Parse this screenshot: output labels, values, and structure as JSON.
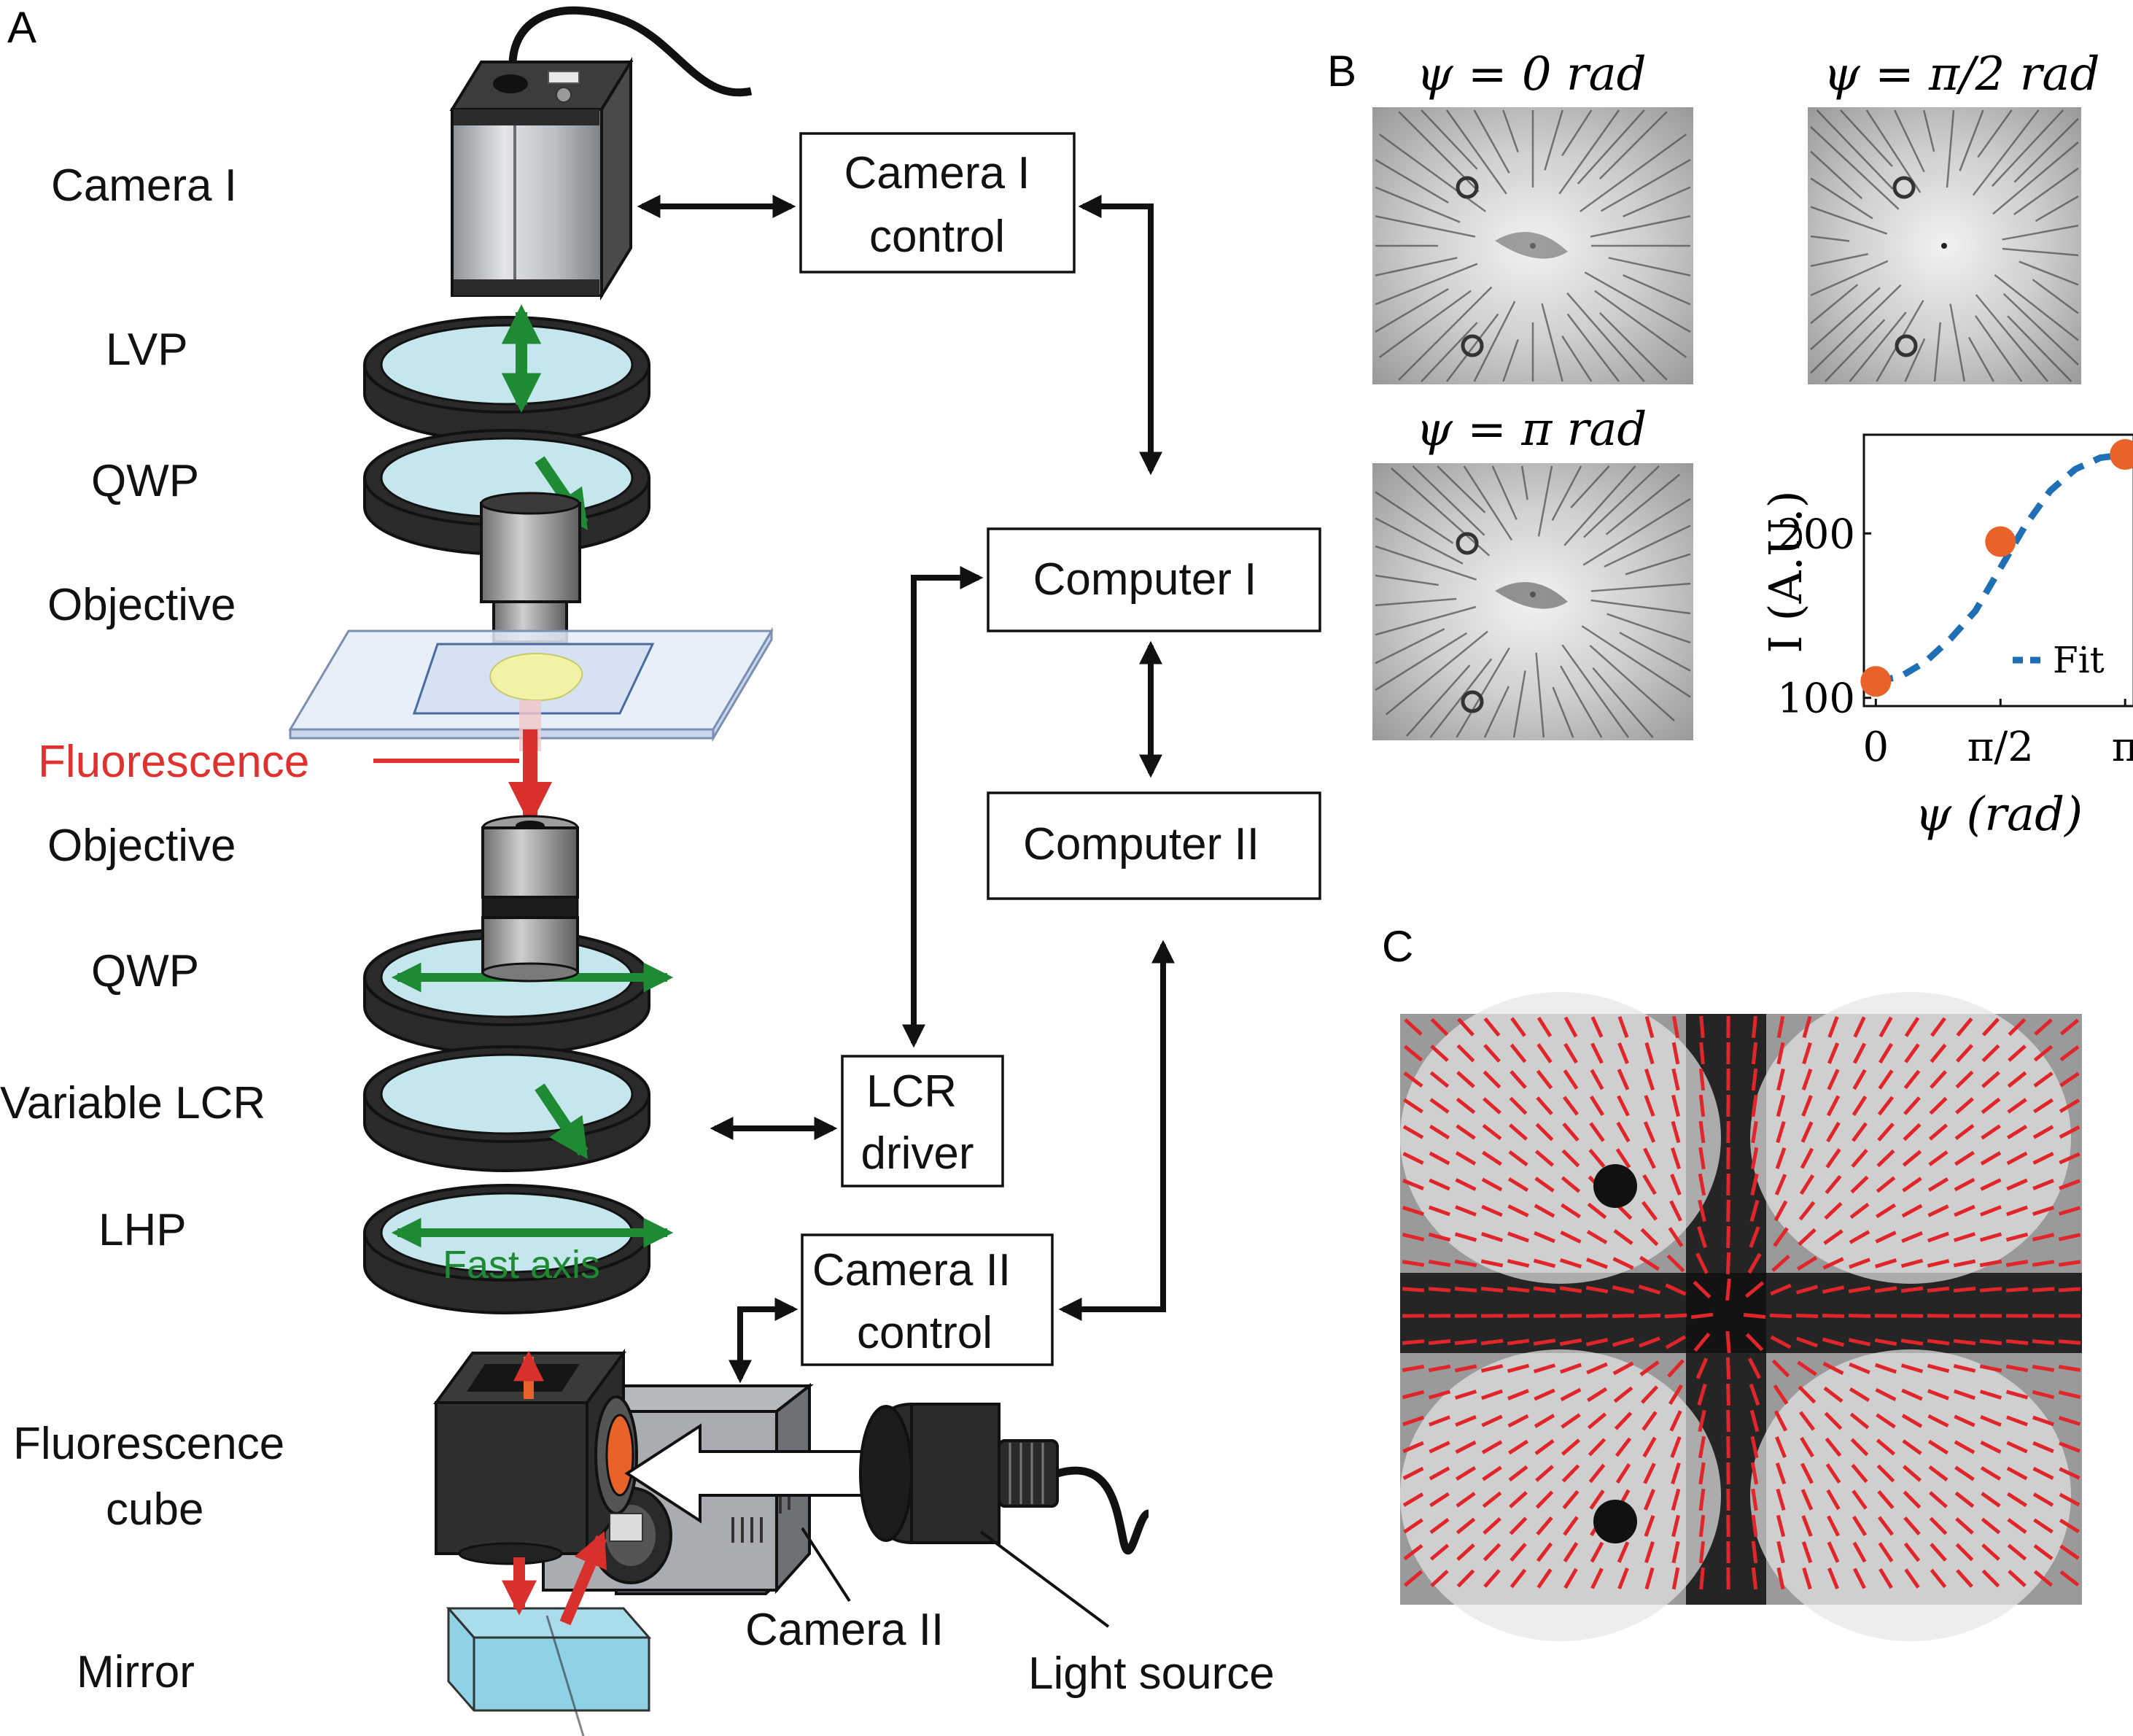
{
  "panel_letters": {
    "a": "A",
    "b": "B",
    "c": "C"
  },
  "optical_train": {
    "camera_i": "Camera I",
    "lvp": "LVP",
    "qwp_top": "QWP",
    "objective_top": "Objective",
    "fluorescence": "Fluorescence",
    "objective_bottom": "Objective",
    "qwp_bottom": "QWP",
    "variable_lcr": "Variable LCR",
    "lhp": "LHP",
    "fast_axis": "Fast axis",
    "fluorescence_cube_line1": "Fluorescence",
    "fluorescence_cube_line2": "cube",
    "mirror": "Mirror",
    "camera_ii": "Camera II",
    "light_source": "Light source"
  },
  "control_boxes": {
    "camera_i_control_line1": "Camera I",
    "camera_i_control_line2": "control",
    "computer_i": "Computer I",
    "computer_ii": "Computer II",
    "lcr_driver_line1": "LCR",
    "lcr_driver_line2": "driver",
    "camera_ii_control_line1": "Camera II",
    "camera_ii_control_line2": "control"
  },
  "panel_b": {
    "image_titles": [
      "ψ = 0 rad",
      "ψ = π/2 rad",
      "ψ = π rad"
    ]
  },
  "chart_data": {
    "type": "scatter",
    "title": "",
    "xlabel": "ψ (rad)",
    "ylabel": "I (A.U.)",
    "x_tick_labels": [
      "0",
      "π/2",
      "π"
    ],
    "x_ticks": [
      0,
      1.5708,
      3.1416
    ],
    "y_tick_labels": [
      "100",
      "200"
    ],
    "y_ticks": [
      100,
      200
    ],
    "xlim": [
      -0.15,
      3.25
    ],
    "ylim": [
      95,
      260
    ],
    "series": [
      {
        "type": "scatter",
        "color": "#e8622a",
        "x": [
          0,
          1.5708,
          3.1416
        ],
        "y": [
          110,
          195,
          248
        ]
      },
      {
        "name": "Fit",
        "type": "line",
        "style": "dashed",
        "color": "#1f6fb5",
        "x": [
          0,
          0.3142,
          0.6283,
          0.9425,
          1.2566,
          1.5708,
          1.885,
          2.1991,
          2.5133,
          2.8274,
          3.1416
        ],
        "y": [
          110,
          113,
          122,
          136,
          153,
          179,
          205,
          226,
          239,
          246,
          248
        ]
      }
    ],
    "legend": {
      "position": "bottom-right"
    },
    "grid": false
  },
  "colors": {
    "green_arrow": "#1e8a34",
    "red_arrow": "#d8302c",
    "orange_marker": "#e8622a",
    "fit_blue": "#1f6fb5",
    "glass": "#c6e6ee",
    "fluorescence_text": "#e0312f"
  }
}
